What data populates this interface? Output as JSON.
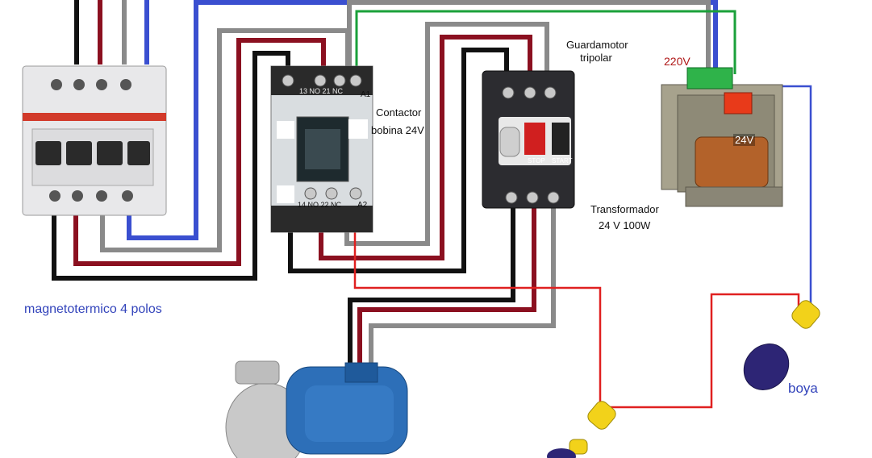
{
  "labels": {
    "magneto": "magnetotermico 4 polos",
    "contactor_line1": "Contactor",
    "contactor_line2": "bobina 24V",
    "guarda_line1": "Guardamotor",
    "guarda_line2": "tripolar",
    "transformer_line1": "Transformador",
    "transformer_line2": "24 V 100W",
    "v220": "220V",
    "v24": "24V",
    "boya": "boya"
  },
  "contactor_terminals": {
    "top": "13 NO  21 NC",
    "top_a1": "A1",
    "bottom": "14 NO  22 NC",
    "bottom_a2": "A2"
  },
  "guardamotor_buttons": {
    "stop": "STOP",
    "start": "START"
  },
  "colors": {
    "black": "#111111",
    "red": "#8b1020",
    "grey": "#8a8a8a",
    "blue": "#3a4fd0",
    "green": "#1aa03a",
    "red_signal": "#e02020",
    "label_blue": "#3344bb",
    "label_red": "#b01818"
  }
}
